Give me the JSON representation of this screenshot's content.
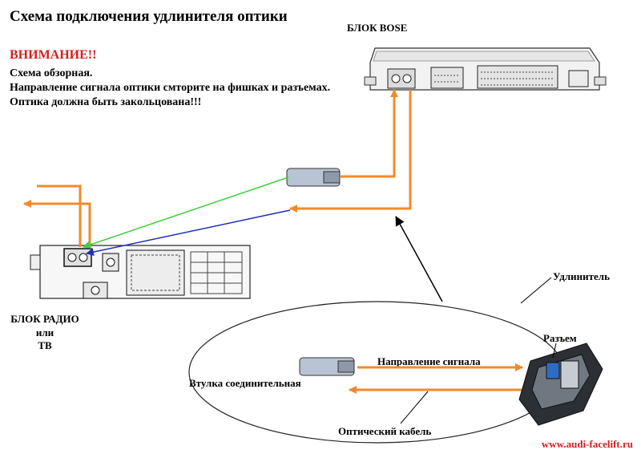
{
  "title": "Схема подключения удлинителя оптики",
  "warning": "ВНИМАНИЕ!!",
  "notes": [
    "Схема обзорная.",
    "Направление сигнала оптики смторите на фишках и разъемах.",
    "Оптика должна быть закольцована!!!"
  ],
  "bose_label": "БЛОК BOSE",
  "radio_label": {
    "line1": "БЛОК РАДИО",
    "line2": "или",
    "line3": "ТВ"
  },
  "extender_label": "Удлинитель",
  "connector_label": "Разъем",
  "signal_direction_label": "Направление сигнала",
  "sleeve_label": "Втулка соединительная",
  "optical_cable_label": "Оптический кабель",
  "footer_url": "www.audi-facelift.ru",
  "colors": {
    "fiber": "#f08a2c",
    "green_link": "#3fd13f",
    "blue_link": "#1f2fb8",
    "warning": "#d81e1e"
  }
}
